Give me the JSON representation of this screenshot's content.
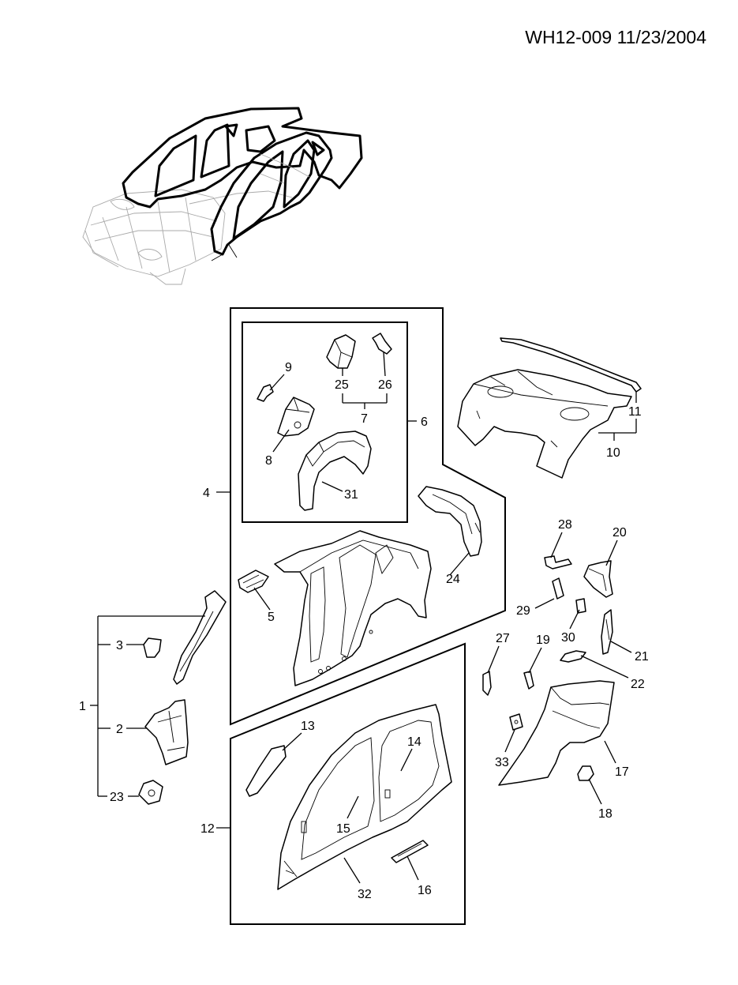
{
  "header": {
    "code": "WH12-009 11/23/2004"
  },
  "diagram": {
    "callouts": [
      {
        "n": "1",
        "key": "c1"
      },
      {
        "n": "2",
        "key": "c2"
      },
      {
        "n": "3",
        "key": "c3"
      },
      {
        "n": "4",
        "key": "c4"
      },
      {
        "n": "5",
        "key": "c5"
      },
      {
        "n": "6",
        "key": "c6"
      },
      {
        "n": "7",
        "key": "c7"
      },
      {
        "n": "8",
        "key": "c8"
      },
      {
        "n": "9",
        "key": "c9"
      },
      {
        "n": "10",
        "key": "c10"
      },
      {
        "n": "11",
        "key": "c11"
      },
      {
        "n": "12",
        "key": "c12"
      },
      {
        "n": "13",
        "key": "c13"
      },
      {
        "n": "14",
        "key": "c14"
      },
      {
        "n": "15",
        "key": "c15"
      },
      {
        "n": "16",
        "key": "c16"
      },
      {
        "n": "17",
        "key": "c17"
      },
      {
        "n": "18",
        "key": "c18"
      },
      {
        "n": "19",
        "key": "c19"
      },
      {
        "n": "20",
        "key": "c20"
      },
      {
        "n": "21",
        "key": "c21"
      },
      {
        "n": "22",
        "key": "c22"
      },
      {
        "n": "23",
        "key": "c23"
      },
      {
        "n": "24",
        "key": "c24"
      },
      {
        "n": "25",
        "key": "c25"
      },
      {
        "n": "26",
        "key": "c26"
      },
      {
        "n": "27",
        "key": "c27"
      },
      {
        "n": "28",
        "key": "c28"
      },
      {
        "n": "29",
        "key": "c29"
      },
      {
        "n": "30",
        "key": "c30"
      },
      {
        "n": "31",
        "key": "c31"
      },
      {
        "n": "32",
        "key": "c32"
      },
      {
        "n": "33",
        "key": "c33"
      }
    ],
    "labels": {
      "c1": "1",
      "c2": "2",
      "c3": "3",
      "c4": "4",
      "c5": "5",
      "c6": "6",
      "c7": "7",
      "c8": "8",
      "c9": "9",
      "c10": "10",
      "c11": "11",
      "c12": "12",
      "c13": "13",
      "c14": "14",
      "c15": "15",
      "c16": "16",
      "c17": "17",
      "c18": "18",
      "c19": "19",
      "c20": "20",
      "c21": "21",
      "c22": "22",
      "c23": "23",
      "c24": "24",
      "c25": "25",
      "c26": "26",
      "c27": "27",
      "c28": "28",
      "c29": "29",
      "c30": "30",
      "c31": "31",
      "c32": "32",
      "c33": "33"
    }
  }
}
